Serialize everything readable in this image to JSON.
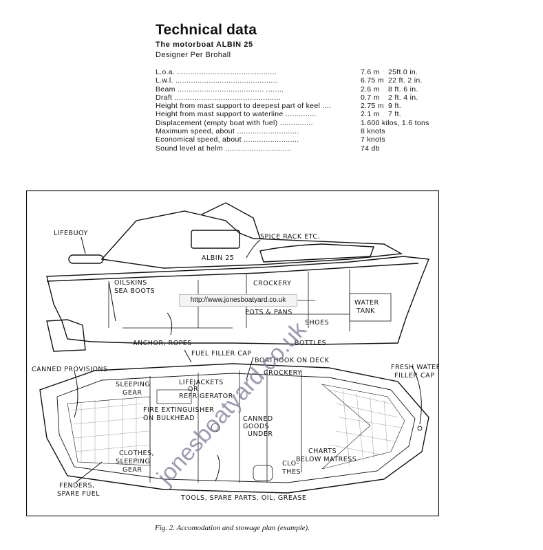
{
  "header": {
    "title": "Technical data",
    "subtitle": "The motorboat ALBIN 25",
    "designer": "Designer Per Brohall"
  },
  "specs": [
    {
      "label": "L.o.a. .............................................",
      "metric": "7.6  m",
      "imperial": "25ft.0 in."
    },
    {
      "label": "L.w.l. ..............................................",
      "metric": "6.75 m",
      "imperial": "22 ft. 2 in."
    },
    {
      "label": "Beam .......................................  ........",
      "metric": "2.6  m",
      "imperial": "8 ft. 6 in."
    },
    {
      "label": "Draft ................................................",
      "metric": "0.7  m",
      "imperial": "2 ft. 4 in."
    },
    {
      "label": "Height from mast support to deepest part of keel ....",
      "metric": "2.75 m",
      "imperial": "9 ft."
    },
    {
      "label": "Height from mast support to waterline ..............",
      "metric": "2.1  m",
      "imperial": "7 ft."
    },
    {
      "label": "Displacement (empty boat with fuel) ...............",
      "metric": "1.600 kilos, 1.6 tons",
      "imperial": ""
    },
    {
      "label": "Maximum speed, about ............................",
      "metric": "8 knots",
      "imperial": ""
    },
    {
      "label": "Economical speed, about .........................",
      "metric": "7 knots",
      "imperial": ""
    },
    {
      "label": "Sound level at helm ..............................",
      "metric": "74 db",
      "imperial": ""
    }
  ],
  "figure": {
    "labels": {
      "lifebuoy": "LIFEBUOY",
      "spice_rack": "SPICE RACK ETC.",
      "boat_name": "ALBIN 25",
      "oilskins": "OILSKINS",
      "sea_boots": "SEA BOOTS",
      "crockery_top": "CROCKERY",
      "pots_pans": "POTS & PANS",
      "shoes": "SHOES",
      "water": "WATER",
      "tank": "TANK",
      "anchor_ropes": "ANCHOR, ROPES",
      "bottles": "BOTTLES",
      "fuel_filler": "FUEL FILLER CAP",
      "boathook": "BOATHOOK ON DECK",
      "canned_provisions": "CANNED PROVISIONS",
      "crockery_plan": "CROCKERY",
      "fresh_water_1": "FRESH WATER",
      "fresh_water_2": "FILLER CAP",
      "sleeping_1": "SLEEPING",
      "sleeping_2": "GEAR",
      "lifejackets_1": "LIFEJACKETS",
      "lifejackets_2": "OR",
      "lifejackets_3": "REFRIGERATOR",
      "fire_1": "FIRE EXTINGUISHER",
      "fire_2": "ON BULKHEAD",
      "canned_1": "CANNED",
      "canned_2": "GOODS",
      "canned_3": "UNDER",
      "charts_1": "CHARTS",
      "charts_2": "BELOW MATRESS",
      "clothes_1": "CLOTHES,",
      "clothes_2": "SLEEPING",
      "clothes_3": "GEAR",
      "clo_1": "CLO-",
      "clo_2": "THES",
      "fenders_1": "FENDERS,",
      "fenders_2": "SPARE FUEL",
      "tools": "TOOLS, SPARE PARTS, OIL, GREASE"
    },
    "url_banner": "http://www.jonesboatyard.co.uk",
    "watermark": "jonesboatyard.co.uk"
  },
  "caption": "Fig. 2.    Accomodation and stowage plan (example)."
}
